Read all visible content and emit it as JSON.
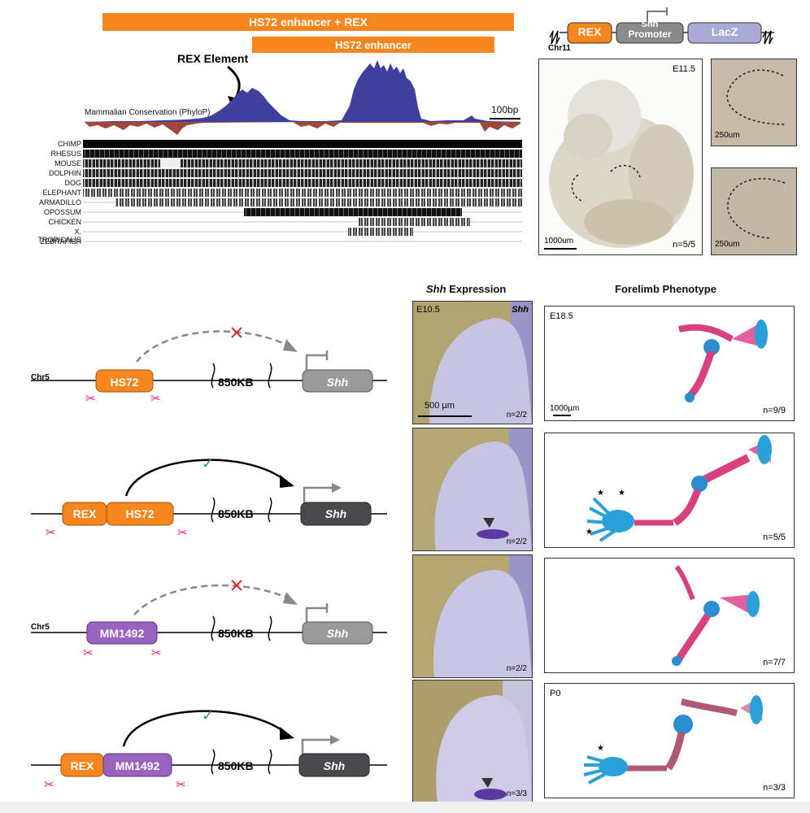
{
  "top_left": {
    "bar_enhancer_rex": "HS72 enhancer + REX",
    "bar_enhancer": "HS72 enhancer",
    "rex_element": "REX Element",
    "conservation_label": "Mammalian Conservation (PhyloP)",
    "scale_label": "100bp",
    "species": [
      "CHIMP",
      "RHESUS",
      "MOUSE",
      "DOLPHIN",
      "DOG",
      "ELEPHANT",
      "ARMADILLO",
      "OPOSSUM",
      "CHICKEN",
      "X. TROPICALIS",
      "ZEBRAFISH"
    ]
  },
  "construct": {
    "rex": "REX",
    "promoter_line1": "Shh",
    "promoter_line2": "Promoter",
    "lacz": "LacZ",
    "chr": "Chr11"
  },
  "embryo": {
    "stage": "E11.5",
    "scale": "1000um",
    "count": "n=5/5",
    "inset_scale_1": "250um",
    "inset_scale_2": "250um"
  },
  "headers": {
    "shh_prefix": "Shh",
    "shh_suffix": " Expression",
    "forelimb": "Forelimb Phenotype"
  },
  "rows": [
    {
      "chr": "Chr5",
      "enhancer_a": "HS72",
      "distance": "850KB",
      "gene": "Shh",
      "stage_expr": "E10.5",
      "shh_tag": "Shh",
      "expr_scale": "500 µm",
      "expr_n": "n=2/2",
      "limb_stage": "E18.5",
      "limb_scale": "1000µm",
      "limb_n": "n=9/9"
    },
    {
      "rex": "REX",
      "enhancer_a": "HS72",
      "distance": "850KB",
      "gene": "Shh",
      "expr_n": "n=2/2",
      "limb_n": "n=5/5"
    },
    {
      "chr": "Chr5",
      "enhancer_a": "MM1492",
      "distance": "850KB",
      "gene": "Shh",
      "expr_n": "n=2/2",
      "limb_n": "n=7/7"
    },
    {
      "rex": "REX",
      "enhancer_a": "MM1492",
      "distance": "850KB",
      "gene": "Shh",
      "expr_n": "n=3/3",
      "limb_stage": "P0",
      "limb_n": "n=3/3"
    }
  ],
  "colors": {
    "orange": "#f7861f",
    "purple": "#9b63c0",
    "conservation_blue": "#3f3f9e",
    "conservation_red": "#a0463a",
    "bone_red": "#d6417e",
    "cartilage_blue": "#2aa0d8"
  }
}
